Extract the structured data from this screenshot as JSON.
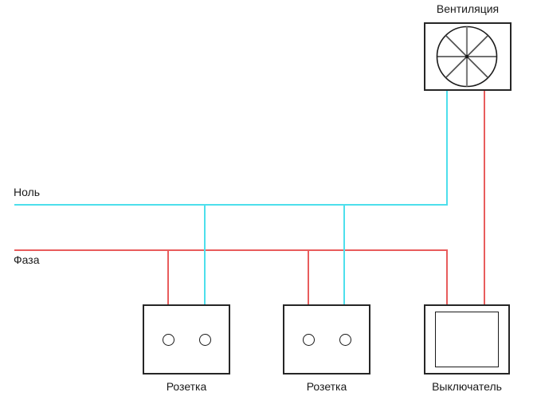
{
  "diagram": {
    "type": "electrical-wiring-diagram",
    "labels": {
      "ventilation": "Вентиляция",
      "neutral_bus": "Ноль",
      "phase_bus": "Фаза",
      "socket_left": "Розетка",
      "socket_right": "Розетка",
      "switch": "Выключатель"
    },
    "colors": {
      "phase": "#e85c5c",
      "neutral": "#4ddfec",
      "outline": "#262626",
      "ink": "#1a1a1a",
      "background": "#ffffff"
    },
    "icons": {
      "fan": "fan-icon"
    }
  }
}
